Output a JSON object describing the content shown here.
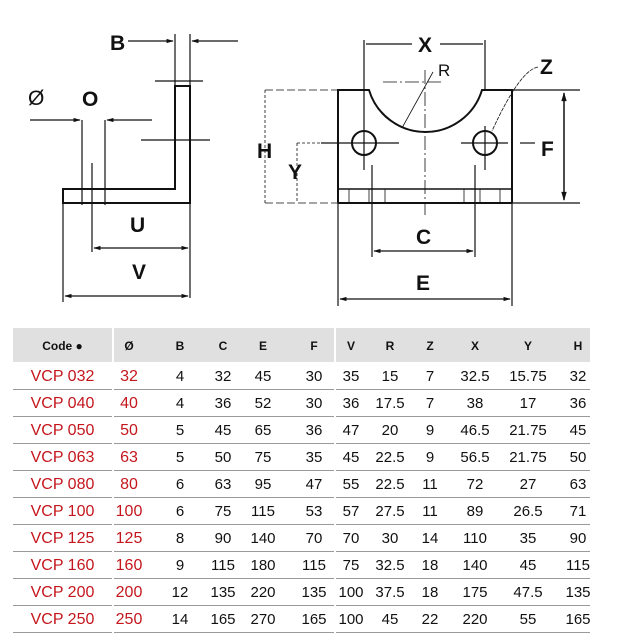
{
  "diagram": {
    "side_view_labels": {
      "b": "B",
      "dia": "Ø",
      "o": "O",
      "u": "U",
      "v": "V"
    },
    "front_view_labels": {
      "x": "X",
      "r": "R",
      "z": "Z",
      "h": "H",
      "y": "Y",
      "f": "F",
      "c": "C",
      "e": "E"
    }
  },
  "table": {
    "headers": [
      "Code ●",
      "Ø",
      "B",
      "C",
      "E",
      "F",
      "V",
      "R",
      "Z",
      "X",
      "Y",
      "H"
    ],
    "rows": [
      [
        "VCP 032",
        "32",
        "4",
        "32",
        "45",
        "30",
        "35",
        "15",
        "7",
        "32.5",
        "15.75",
        "32"
      ],
      [
        "VCP 040",
        "40",
        "4",
        "36",
        "52",
        "30",
        "36",
        "17.5",
        "7",
        "38",
        "17",
        "36"
      ],
      [
        "VCP 050",
        "50",
        "5",
        "45",
        "65",
        "36",
        "47",
        "20",
        "9",
        "46.5",
        "21.75",
        "45"
      ],
      [
        "VCP 063",
        "63",
        "5",
        "50",
        "75",
        "35",
        "45",
        "22.5",
        "9",
        "56.5",
        "21.75",
        "50"
      ],
      [
        "VCP 080",
        "80",
        "6",
        "63",
        "95",
        "47",
        "55",
        "22.5",
        "11",
        "72",
        "27",
        "63"
      ],
      [
        "VCP 100",
        "100",
        "6",
        "75",
        "115",
        "53",
        "57",
        "27.5",
        "11",
        "89",
        "26.5",
        "71"
      ],
      [
        "VCP 125",
        "125",
        "8",
        "90",
        "140",
        "70",
        "70",
        "30",
        "14",
        "110",
        "35",
        "90"
      ],
      [
        "VCP 160",
        "160",
        "9",
        "115",
        "180",
        "115",
        "75",
        "32.5",
        "18",
        "140",
        "45",
        "115"
      ],
      [
        "VCP 200",
        "200",
        "12",
        "135",
        "220",
        "135",
        "100",
        "37.5",
        "18",
        "175",
        "47.5",
        "135"
      ],
      [
        "VCP 250",
        "250",
        "14",
        "165",
        "270",
        "165",
        "100",
        "45",
        "22",
        "220",
        "55",
        "165"
      ]
    ]
  },
  "colors": {
    "code_red": "#c4161c",
    "header_bg": "#e0e0e0",
    "rule": "#9a9a9a"
  }
}
